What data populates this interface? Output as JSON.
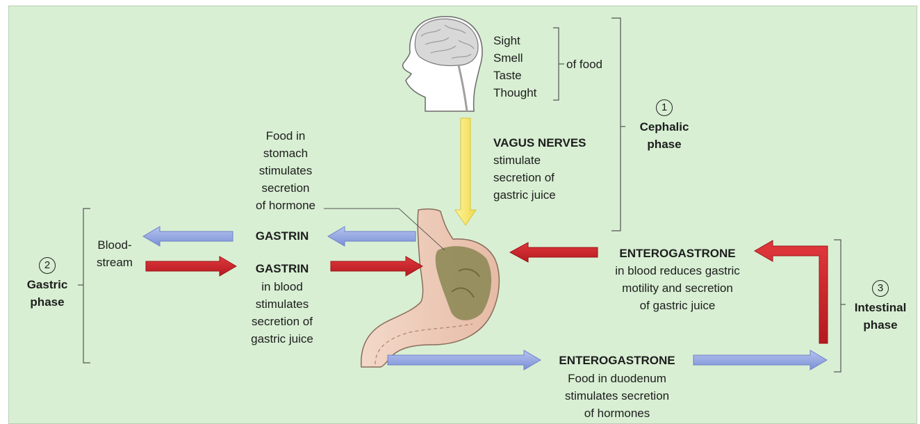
{
  "senses": [
    "Sight",
    "Smell",
    "Taste",
    "Thought"
  ],
  "senses_group_label": "of food",
  "cephalic": {
    "number": "1",
    "label_line1": "Cephalic",
    "label_line2": "phase"
  },
  "vagus": {
    "title": "VAGUS NERVES",
    "line1": "stimulate",
    "line2": "secretion of",
    "line3": "gastric juice"
  },
  "food_in_stomach": {
    "line1": "Food in",
    "line2": "stomach",
    "line3": "stimulates",
    "line4": "secretion",
    "line5": "of hormone"
  },
  "gastric": {
    "number": "2",
    "label_line1": "Gastric",
    "label_line2": "phase"
  },
  "bloodstream": {
    "line1": "Blood-",
    "line2": "stream"
  },
  "gastrin_top": "GASTRIN",
  "gastrin_mid": {
    "title": "GASTRIN",
    "line1": "in blood",
    "line2": "stimulates",
    "line3": "secretion of",
    "line4": "gastric juice"
  },
  "entero_top": {
    "title": "ENTEROGASTRONE",
    "line1": "in blood reduces gastric",
    "line2": "motility and secretion",
    "line3": "of gastric juice"
  },
  "entero_bottom": {
    "title": "ENTEROGASTRONE",
    "line1": "Food in duodenum",
    "line2": "stimulates secretion",
    "line3": "of hormones"
  },
  "intestinal": {
    "number": "3",
    "label_line1": "Intestinal",
    "label_line2": "phase"
  },
  "colors": {
    "background": "#d8efd3",
    "blue_arrow": "#8ea2dc",
    "red_arrow": "#d0222a",
    "yellow_arrow": "#f4e56a"
  }
}
